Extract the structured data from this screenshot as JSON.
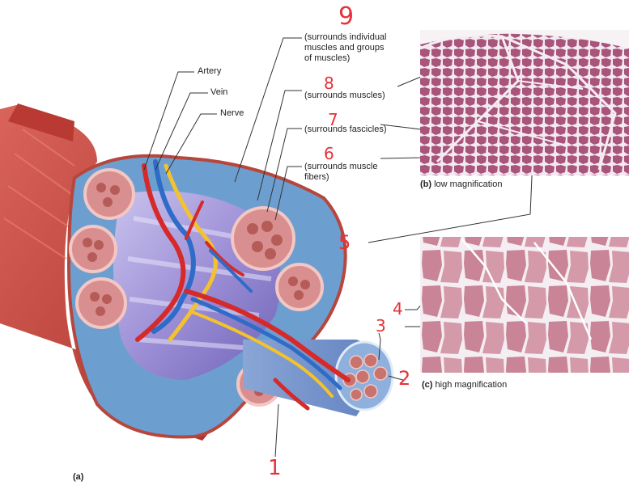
{
  "labels": {
    "artery": "Artery",
    "vein": "Vein",
    "nerve": "Nerve",
    "epimysium_desc": "(surrounds individual muscles and groups of muscles)",
    "epimysium_line1": "(surrounds individual",
    "epimysium_line2": "muscles and groups",
    "epimysium_line3": "of muscles)",
    "perimysium_outer_desc": "(surrounds muscles)",
    "perimysium_desc": "(surrounds fascicles)",
    "endomysium_desc_line1": "(surrounds muscle",
    "endomysium_desc_line2": "fibers)",
    "panel_a": "(a)",
    "panel_b_letter": "(b)",
    "panel_b_text": "low magnification",
    "panel_c_letter": "(c)",
    "panel_c_text": "high magnification"
  },
  "handwritten": {
    "n9": "9",
    "n8": "8",
    "n7": "7",
    "n6": "6",
    "n5": "5",
    "n4": "4",
    "n3": "3",
    "n2": "2",
    "n1": "1"
  },
  "colors": {
    "muscle_red": "#c8453a",
    "fascicle_pink": "#d98e8f",
    "fascia_blue": "#7aa6cf",
    "artery": "#d62a2a",
    "vein": "#2f6cc7",
    "nerve": "#f3c22e",
    "handwriting": "#e8313a",
    "micrograph_low": "#b05a80",
    "micrograph_high": "#cf8ea0"
  }
}
